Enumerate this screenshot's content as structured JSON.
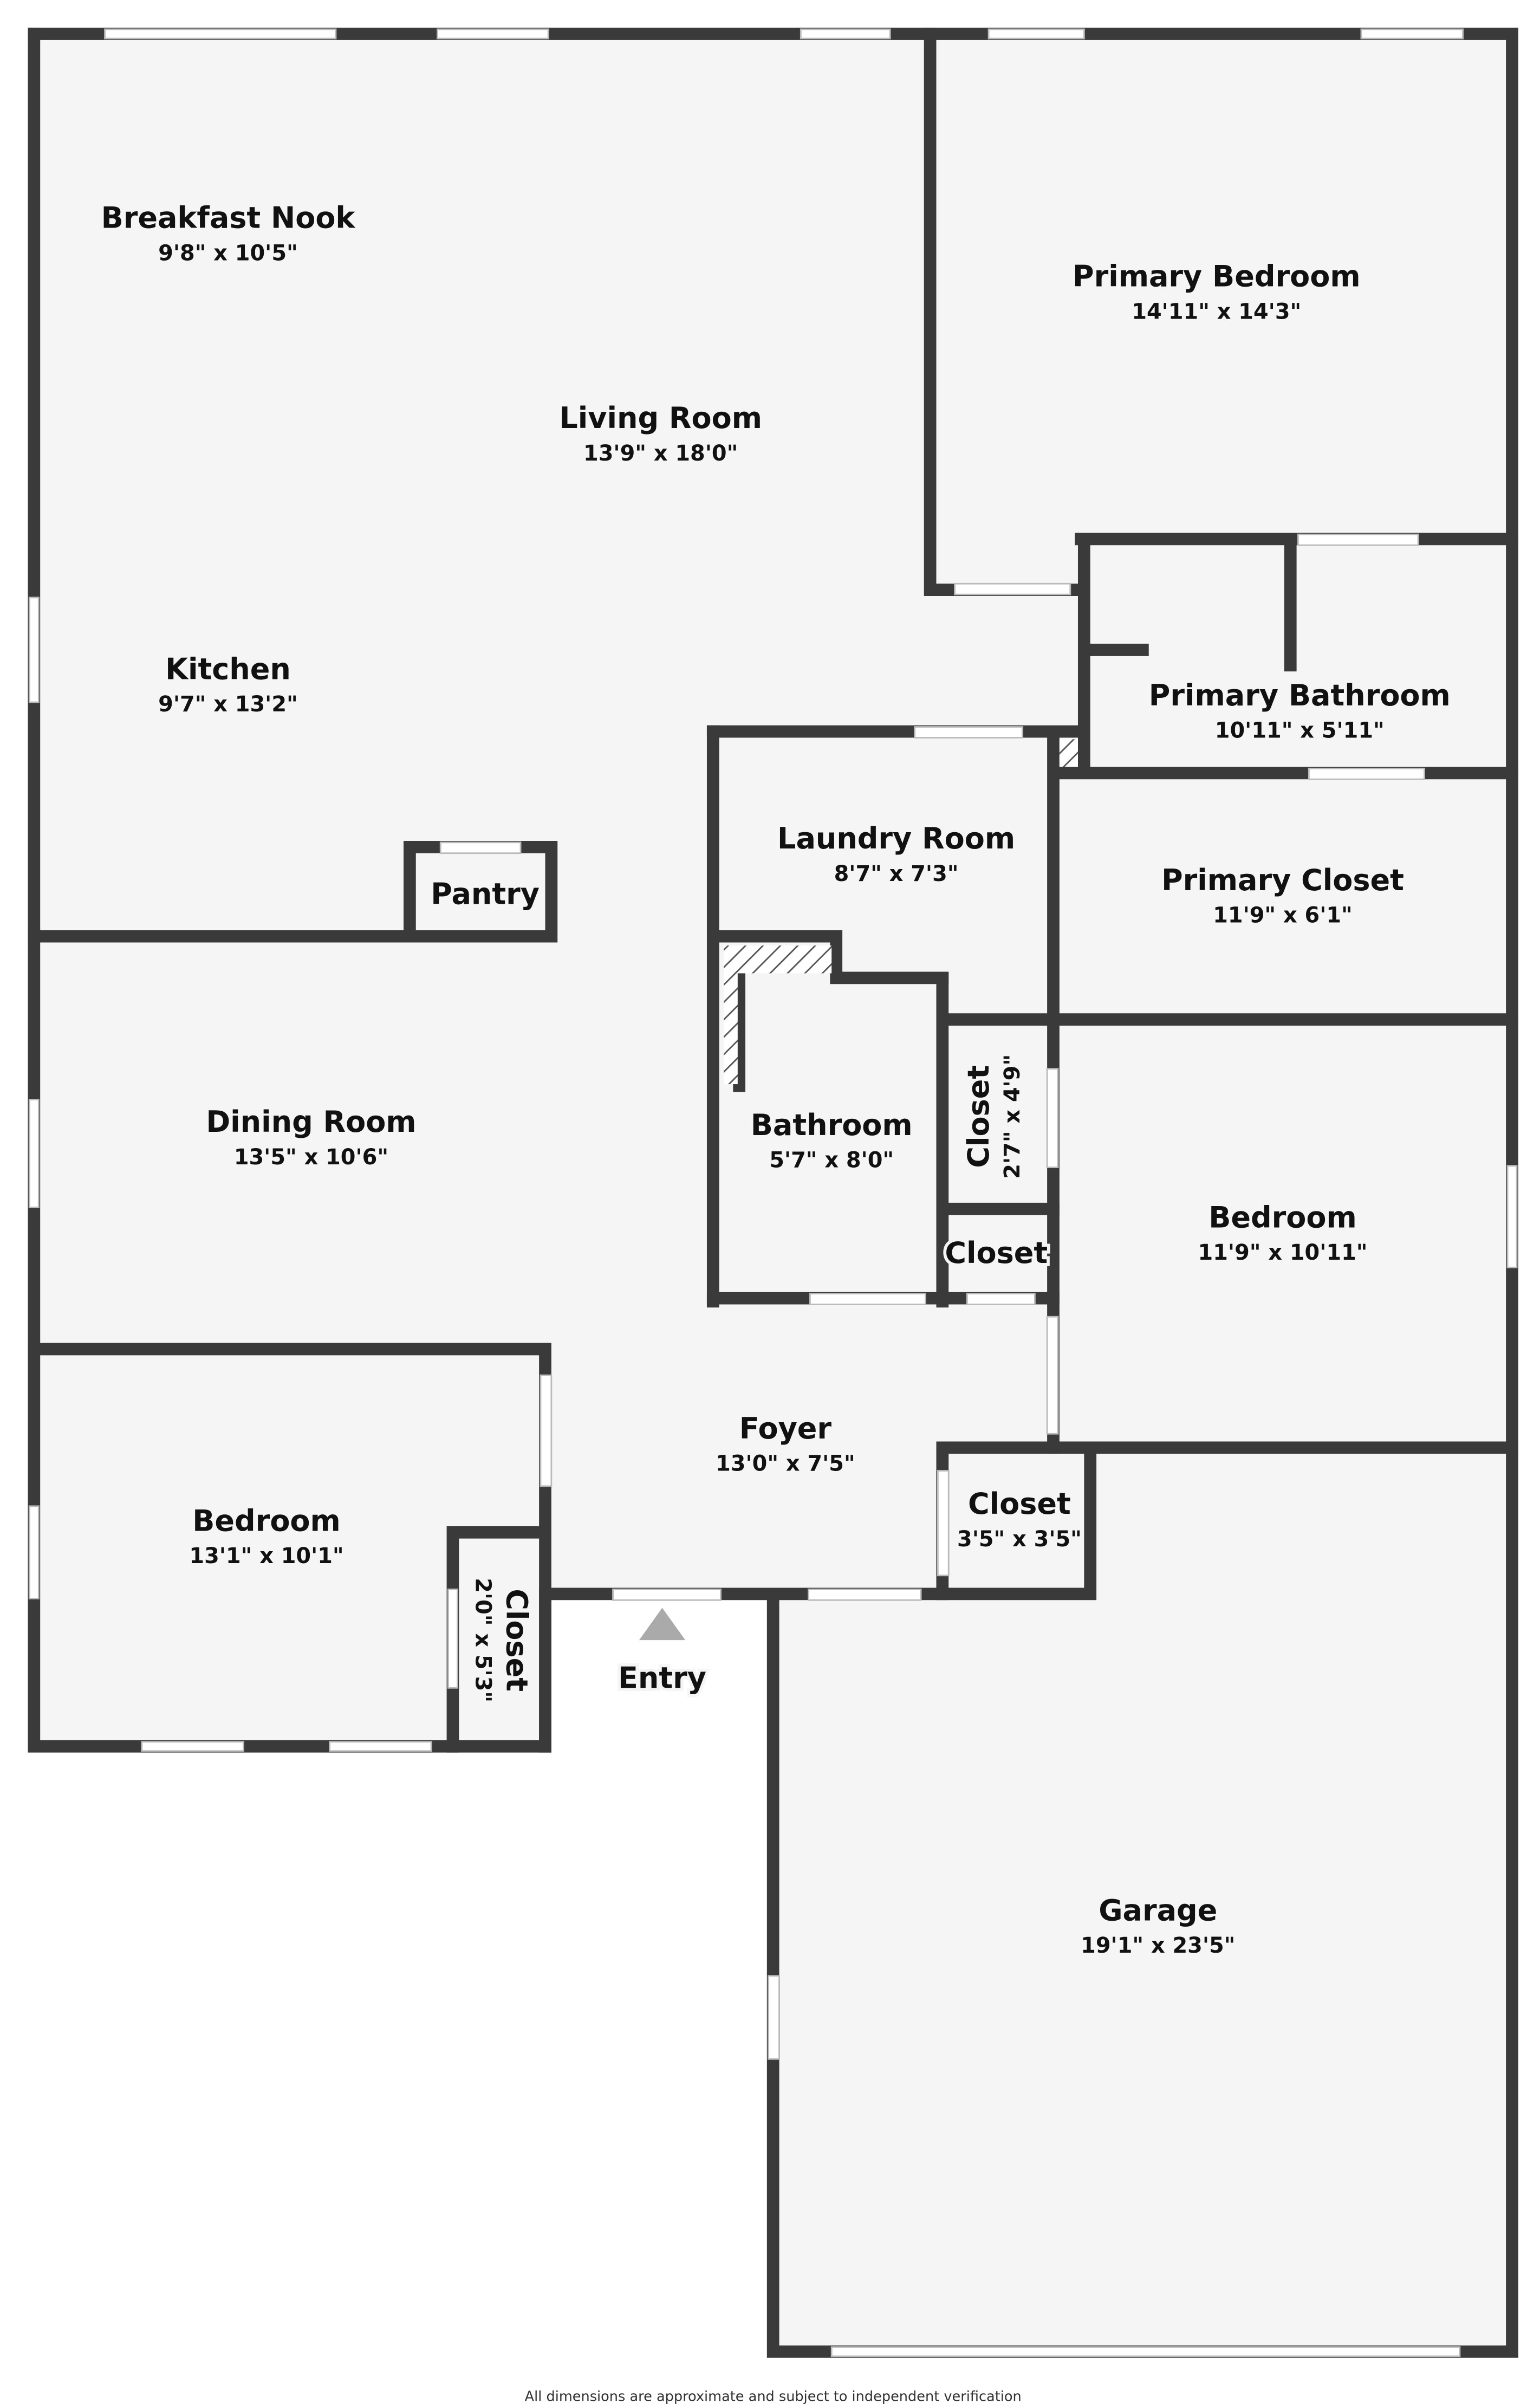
{
  "rooms": {
    "breakfast_nook": {
      "name": "Breakfast Nook",
      "dims": "9'8\" x 10'5\""
    },
    "living_room": {
      "name": "Living Room",
      "dims": "13'9\" x 18'0\""
    },
    "kitchen": {
      "name": "Kitchen",
      "dims": "9'7\" x 13'2\""
    },
    "pantry": {
      "name": "Pantry"
    },
    "primary_bedroom": {
      "name": "Primary Bedroom",
      "dims": "14'11\" x 14'3\""
    },
    "primary_bathroom": {
      "name": "Primary Bathroom",
      "dims": "10'11\" x 5'11\""
    },
    "laundry_room": {
      "name": "Laundry Room",
      "dims": "8'7\" x 7'3\""
    },
    "primary_closet": {
      "name": "Primary Closet",
      "dims": "11'9\" x 6'1\""
    },
    "dining_room": {
      "name": "Dining Room",
      "dims": "13'5\" x 10'6\""
    },
    "bathroom": {
      "name": "Bathroom",
      "dims": "5'7\" x 8'0\""
    },
    "closet_hall": {
      "name": "Closet",
      "dims": "2'7\" x 4'9\""
    },
    "closet_small": {
      "name": "Closet"
    },
    "bedroom_right": {
      "name": "Bedroom",
      "dims": "11'9\" x 10'11\""
    },
    "foyer": {
      "name": "Foyer",
      "dims": "13'0\" x 7'5\""
    },
    "closet_foyer": {
      "name": "Closet",
      "dims": "3'5\" x 3'5\""
    },
    "bedroom_left": {
      "name": "Bedroom",
      "dims": "13'1\" x 10'1\""
    },
    "closet_bedroom": {
      "name": "Closet",
      "dims": "2'0\" x 5'3\""
    },
    "garage": {
      "name": "Garage",
      "dims": "19'1\" x 23'5\""
    }
  },
  "entry": {
    "label": "Entry",
    "icon": "entry-arrow-icon"
  },
  "footer": "All dimensions are approximate and subject to independent verification",
  "colors": {
    "wall": "#3a3a3a",
    "floor": "#f5f5f5",
    "window": "#ffffff"
  }
}
